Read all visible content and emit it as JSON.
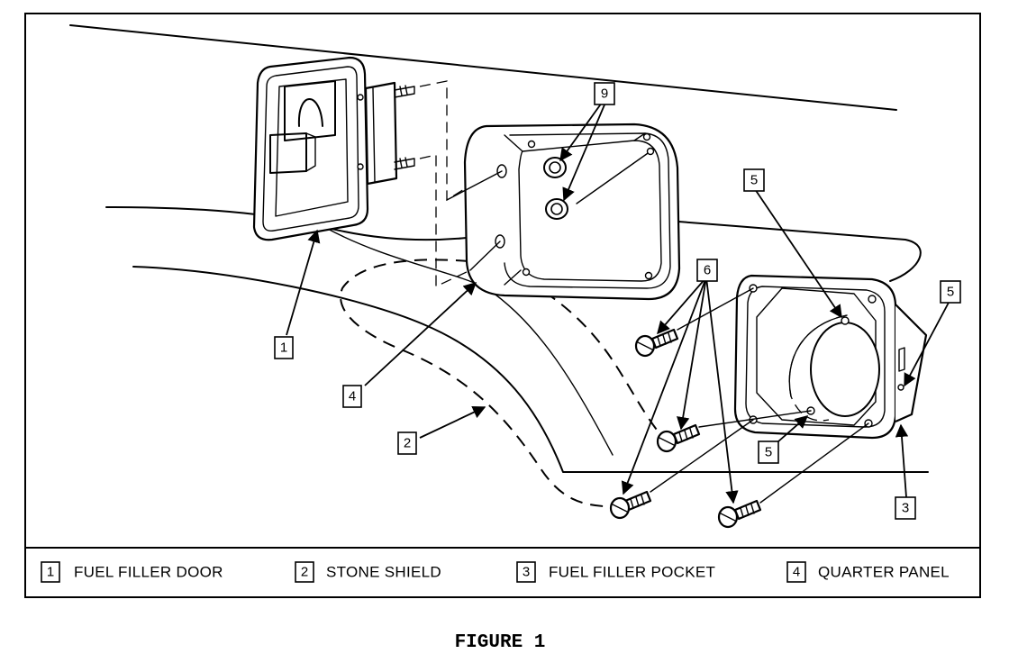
{
  "callouts": {
    "c1": "1",
    "c2": "2",
    "c3": "3",
    "c4": "4",
    "c5a": "5",
    "c5b": "5",
    "c5c": "5",
    "c6": "6",
    "c9": "9"
  },
  "legend": [
    {
      "num": "1",
      "label": "FUEL FILLER DOOR"
    },
    {
      "num": "2",
      "label": "STONE SHIELD"
    },
    {
      "num": "3",
      "label": "FUEL FILLER POCKET"
    },
    {
      "num": "4",
      "label": "QUARTER PANEL"
    }
  ],
  "caption": "FIGURE 1"
}
